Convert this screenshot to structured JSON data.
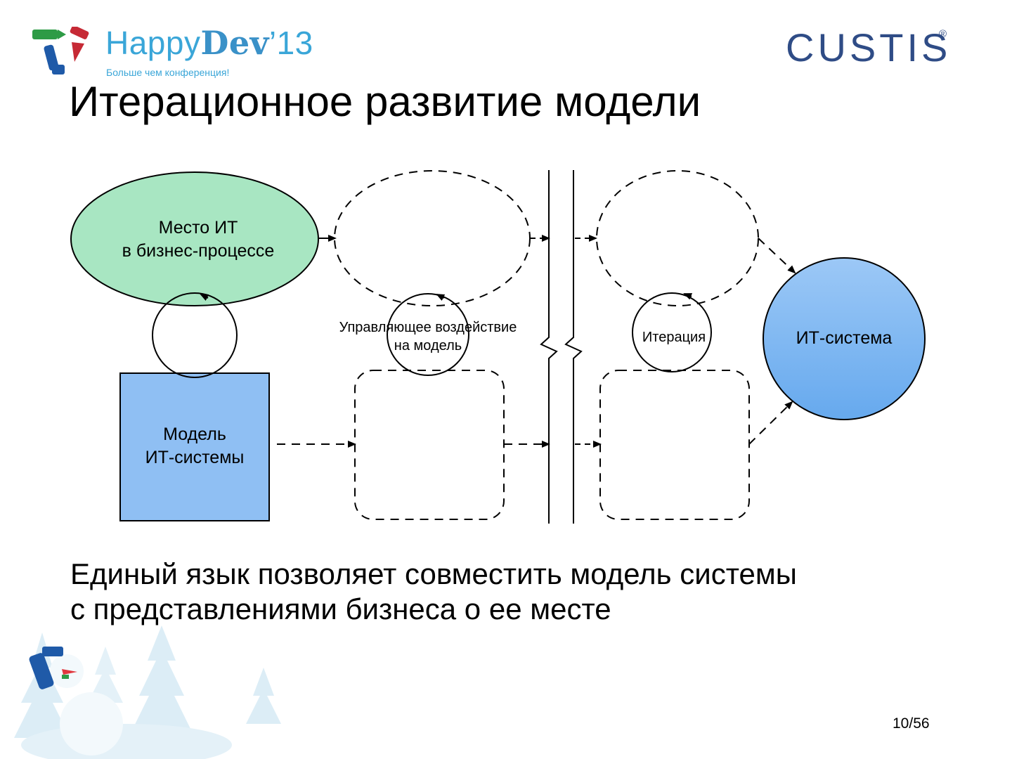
{
  "logo": {
    "brand_light": "Happy",
    "brand_bold": "Dev",
    "brand_year": "’13",
    "tagline": "Больше чем конференция!"
  },
  "company": {
    "name": "CUSTIS",
    "reg_mark": "®"
  },
  "title": "Итерационное развитие модели",
  "diagram": {
    "business_place": [
      "Место ИТ",
      "в бизнес-процессе"
    ],
    "model": [
      "Модель",
      "ИТ-системы"
    ],
    "control": [
      "Управляющее воздействие",
      "на модель"
    ],
    "iteration": "Итерация",
    "it_system": "ИТ-система"
  },
  "subtitle": [
    "Единый язык позволяет совместить модель системы",
    "с представлениями бизнеса о ее месте"
  ],
  "page": "10/56",
  "colors": {
    "green_fill": "#a8e6c2",
    "square_fill": "#8fbff3",
    "circle_top": "#9cc8f6",
    "circle_bottom": "#66a9ee",
    "logo_blue": "#3aa6d8",
    "custis_navy": "#2f4c86",
    "snow_blue": "#cde6f3"
  }
}
